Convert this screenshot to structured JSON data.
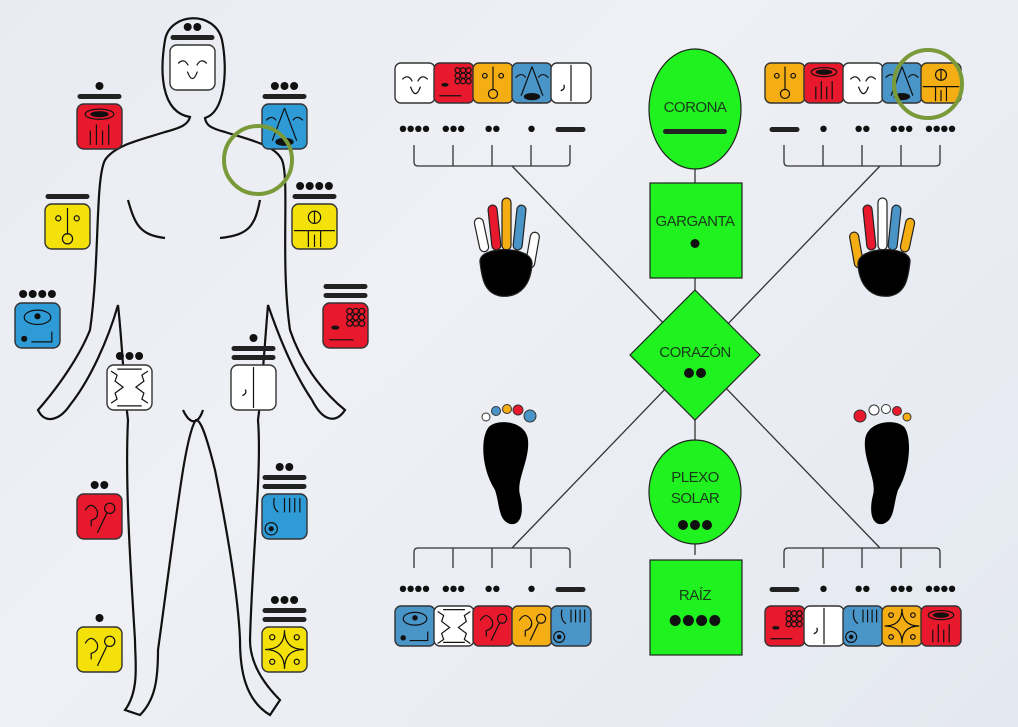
{
  "colors": {
    "red": "#e8192c",
    "blue": "#2f9bd6",
    "blue2": "#4a95c8",
    "yellow": "#f5e10a",
    "orange": "#f5ad14",
    "white": "#ffffff",
    "green": "#1ff21f",
    "ring": "#7a9a3a"
  },
  "body_glyphs": [
    {
      "id": "head",
      "color": "white",
      "number": 7,
      "motif": "tongue"
    },
    {
      "id": "left-shoulder",
      "color": "red",
      "number": 6,
      "motif": "serpent"
    },
    {
      "id": "right-shoulder",
      "color": "blue",
      "number": 8,
      "motif": "storm"
    },
    {
      "id": "left-elbow",
      "color": "yellow",
      "number": 5,
      "motif": "face"
    },
    {
      "id": "right-elbow",
      "color": "yellow",
      "number": 9,
      "motif": "seed"
    },
    {
      "id": "left-hand",
      "color": "blue",
      "number": 4,
      "motif": "eye"
    },
    {
      "id": "right-hand",
      "color": "red",
      "number": 10,
      "motif": "earth"
    },
    {
      "id": "left-hip",
      "color": "white",
      "number": 3,
      "motif": "mirror"
    },
    {
      "id": "right-hip",
      "color": "white",
      "number": 11,
      "motif": "wind"
    },
    {
      "id": "left-knee",
      "color": "red",
      "number": 2,
      "motif": "moon"
    },
    {
      "id": "right-knee",
      "color": "blue",
      "number": 12,
      "motif": "hand"
    },
    {
      "id": "left-foot",
      "color": "yellow",
      "number": 1,
      "motif": "moon"
    },
    {
      "id": "right-foot",
      "color": "yellow",
      "number": 13,
      "motif": "star"
    }
  ],
  "top_left_row": [
    {
      "color": "white",
      "number": 4,
      "motif": "tongue"
    },
    {
      "color": "red",
      "number": 3,
      "motif": "earth"
    },
    {
      "color": "orange",
      "number": 2,
      "motif": "face"
    },
    {
      "color": "blue2",
      "number": 1,
      "motif": "storm"
    },
    {
      "color": "white",
      "number": 5,
      "motif": "wind"
    }
  ],
  "top_right_row": [
    {
      "color": "orange",
      "number": 5,
      "motif": "face"
    },
    {
      "color": "red",
      "number": 1,
      "motif": "serpent"
    },
    {
      "color": "white",
      "number": 2,
      "motif": "tongue"
    },
    {
      "color": "blue2",
      "number": 3,
      "motif": "storm"
    },
    {
      "color": "orange",
      "number": 4,
      "motif": "seed"
    }
  ],
  "bottom_left_row": [
    {
      "color": "blue2",
      "number": 4,
      "motif": "eye"
    },
    {
      "color": "white",
      "number": 3,
      "motif": "mirror"
    },
    {
      "color": "red",
      "number": 2,
      "motif": "moon"
    },
    {
      "color": "orange",
      "number": 1,
      "motif": "moon"
    },
    {
      "color": "blue2",
      "number": 5,
      "motif": "hand"
    }
  ],
  "bottom_right_row": [
    {
      "color": "red",
      "number": 5,
      "motif": "earth"
    },
    {
      "color": "white",
      "number": 1,
      "motif": "wind"
    },
    {
      "color": "blue2",
      "number": 2,
      "motif": "hand"
    },
    {
      "color": "orange",
      "number": 3,
      "motif": "star"
    },
    {
      "color": "red",
      "number": 4,
      "motif": "serpent"
    }
  ],
  "chakras": [
    {
      "id": "corona",
      "label": "CORONA",
      "number": 5
    },
    {
      "id": "garganta",
      "label": "GARGANTA",
      "number": 1
    },
    {
      "id": "corazon",
      "label": "CORAZÓN",
      "number": 2
    },
    {
      "id": "plexo",
      "label_line1": "PLEXO",
      "label_line2": "SOLAR",
      "number": 3
    },
    {
      "id": "raiz",
      "label": "RAÍZ",
      "number": 4
    }
  ]
}
